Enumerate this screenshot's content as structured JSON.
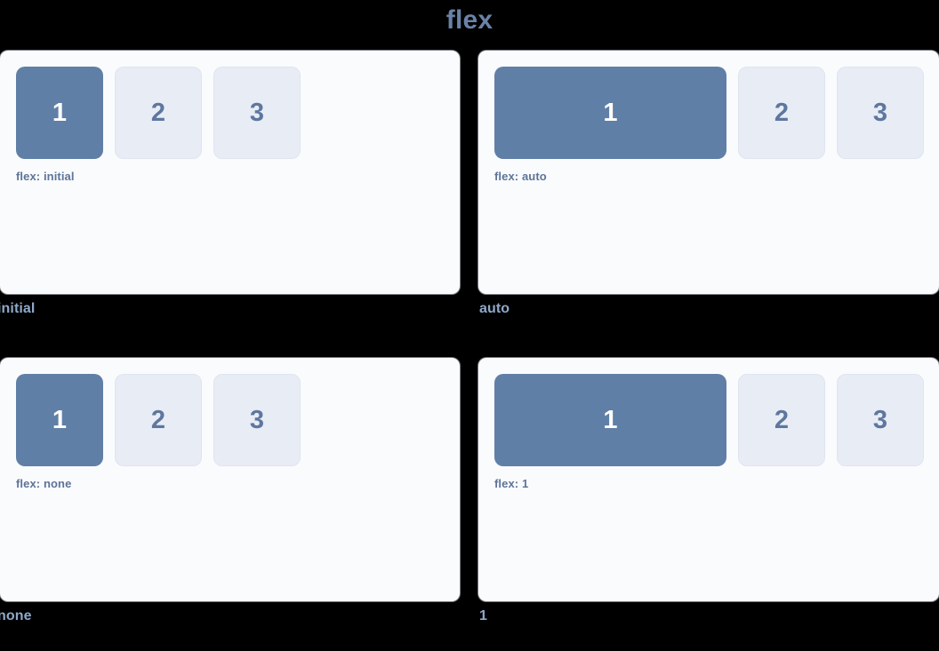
{
  "title": "flex",
  "colors": {
    "page_background": "#000000",
    "title": "#6a82a8",
    "panel_background": "#fafbfd",
    "box_primary": "#607fa6",
    "box_primary_text": "#ffffff",
    "box_muted": "#e8ecf5",
    "box_muted_text": "#5d779f",
    "flex_label": "#5d7498",
    "caption": "#8fa8c8"
  },
  "box_numbers": [
    "1",
    "2",
    "3"
  ],
  "panels": [
    {
      "flex_label": "flex: initial",
      "caption": "initial",
      "value": "initial",
      "primary_grows": false,
      "boxes": [
        "1",
        "2",
        "3"
      ]
    },
    {
      "flex_label": "flex: auto",
      "caption": "auto",
      "value": "auto",
      "primary_grows": true,
      "boxes": [
        "1",
        "2",
        "3"
      ]
    },
    {
      "flex_label": "flex: none",
      "caption": "none",
      "value": "none",
      "primary_grows": false,
      "boxes": [
        "1",
        "2",
        "3"
      ]
    },
    {
      "flex_label": "flex: 1",
      "caption": "1",
      "value": "1",
      "primary_grows": true,
      "boxes": [
        "1",
        "2",
        "3"
      ]
    }
  ]
}
